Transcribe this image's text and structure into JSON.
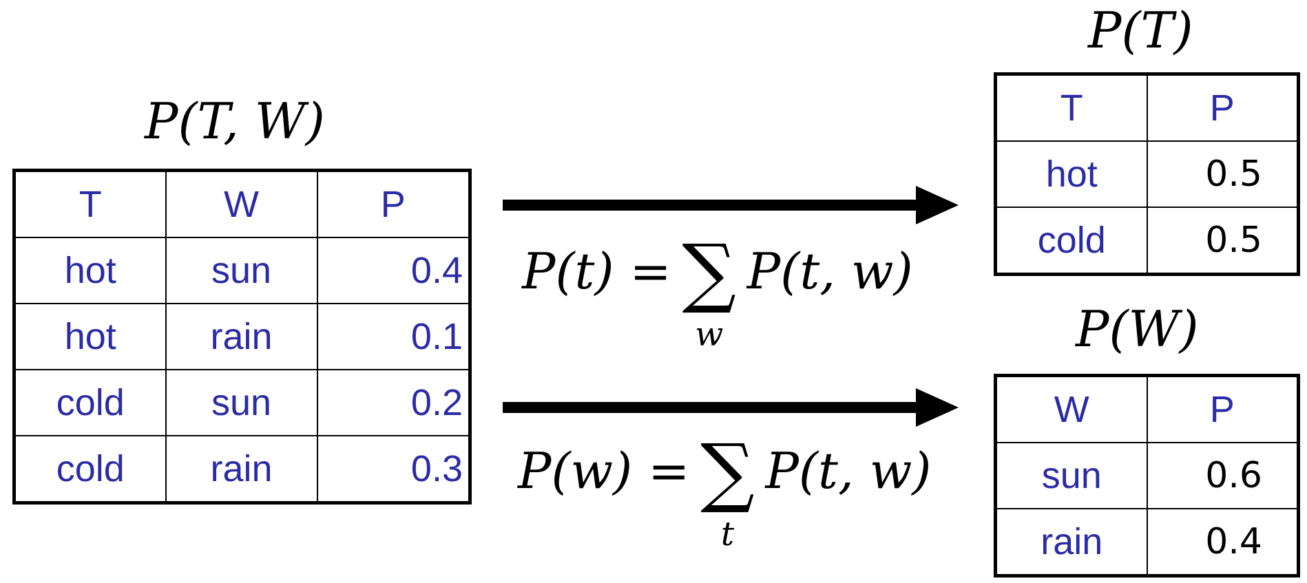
{
  "joint": {
    "title": "P(T, W)",
    "headers": [
      "T",
      "W",
      "P"
    ],
    "rows": [
      [
        "hot",
        "sun",
        "0.4"
      ],
      [
        "hot",
        "rain",
        "0.1"
      ],
      [
        "cold",
        "sun",
        "0.2"
      ],
      [
        "cold",
        "rain",
        "0.3"
      ]
    ]
  },
  "marginal_t": {
    "title": "P(T)",
    "headers": [
      "T",
      "P"
    ],
    "rows": [
      [
        "hot",
        "0.5"
      ],
      [
        "cold",
        "0.5"
      ]
    ]
  },
  "marginal_w": {
    "title": "P(W)",
    "headers": [
      "W",
      "P"
    ],
    "rows": [
      [
        "sun",
        "0.6"
      ],
      [
        "rain",
        "0.4"
      ]
    ]
  },
  "formulas": {
    "t": {
      "lhs": "P(t) =",
      "sigma": "∑",
      "sub": "w",
      "rhs": "P(t, w)"
    },
    "w": {
      "lhs": "P(w) =",
      "sigma": "∑",
      "sub": "t",
      "rhs": "P(t, w)"
    }
  },
  "colors": {
    "table_text": "#2b2ba6",
    "value_text": "#000000",
    "lines": "#000000"
  }
}
